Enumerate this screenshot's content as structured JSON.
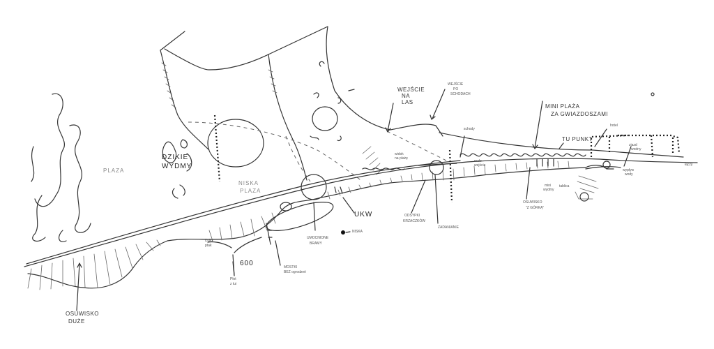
{
  "sketch": {
    "title": "Coastline site sketch",
    "labels": {
      "plaza": "PLAZA",
      "dzikie_wydmy_1": "DZIKIE",
      "dzikie_wydmy_2": "WYDMY",
      "niska_plaza_1": "NISKA",
      "niska_plaza_2": "PLAZA",
      "wejscie_las_1": "WEJŚCIE",
      "wejscie_las_2": "NA",
      "wejscie_las_3": "LAS",
      "wejscie_schody_1": "WEJŚCIE",
      "wejscie_schody_2": "PO",
      "wejscie_schody_3": "SCHODACH",
      "mini_plaza_1": "MINI PLAŻA",
      "mini_plaza_2": "ZA GWIAZDOSZAMI",
      "tu_punkt": "TU PUNKT",
      "umocnione_1": "UMOCNIONE",
      "umocnione_2": "BRAMY",
      "ukw": "UKW",
      "niska": "NISKA",
      "odsypki_1": "ODSYPKI",
      "odsypki_2": "KRZACZKÓW",
      "zadanianie": "ZADANIANIE",
      "osuwisko_gorka_1": "OSUWISKO",
      "osuwisko_gorka_2": "\"Z GÓRKĄ\"",
      "osuwisko_duze_1": "OSUWISKO",
      "osuwisko_duze_2": "DUŻE",
      "dziki_ptak_1": "Dziki",
      "dziki_ptak_2": "ptak",
      "plot_1": "Płot",
      "plot_2": "z tui",
      "mostki_1": "MOSTKI",
      "mostki_2": "BEZ ogrodzeń",
      "num_600": "600",
      "schody_small": "schody",
      "hotel_small": "hotel",
      "widok_small_1": "widok",
      "widok_small_2": "na plażę",
      "zjazd_1": "zjazd",
      "zjazd_2": "wodny",
      "laczy": "łączy",
      "male_small_1": "małe",
      "male_small_2": "wejście",
      "wyplyw_1": "wypływ",
      "wyplyw_2": "wody",
      "tablica": "tablica",
      "mini_1": "mini",
      "mini_2": "wydmy"
    }
  }
}
